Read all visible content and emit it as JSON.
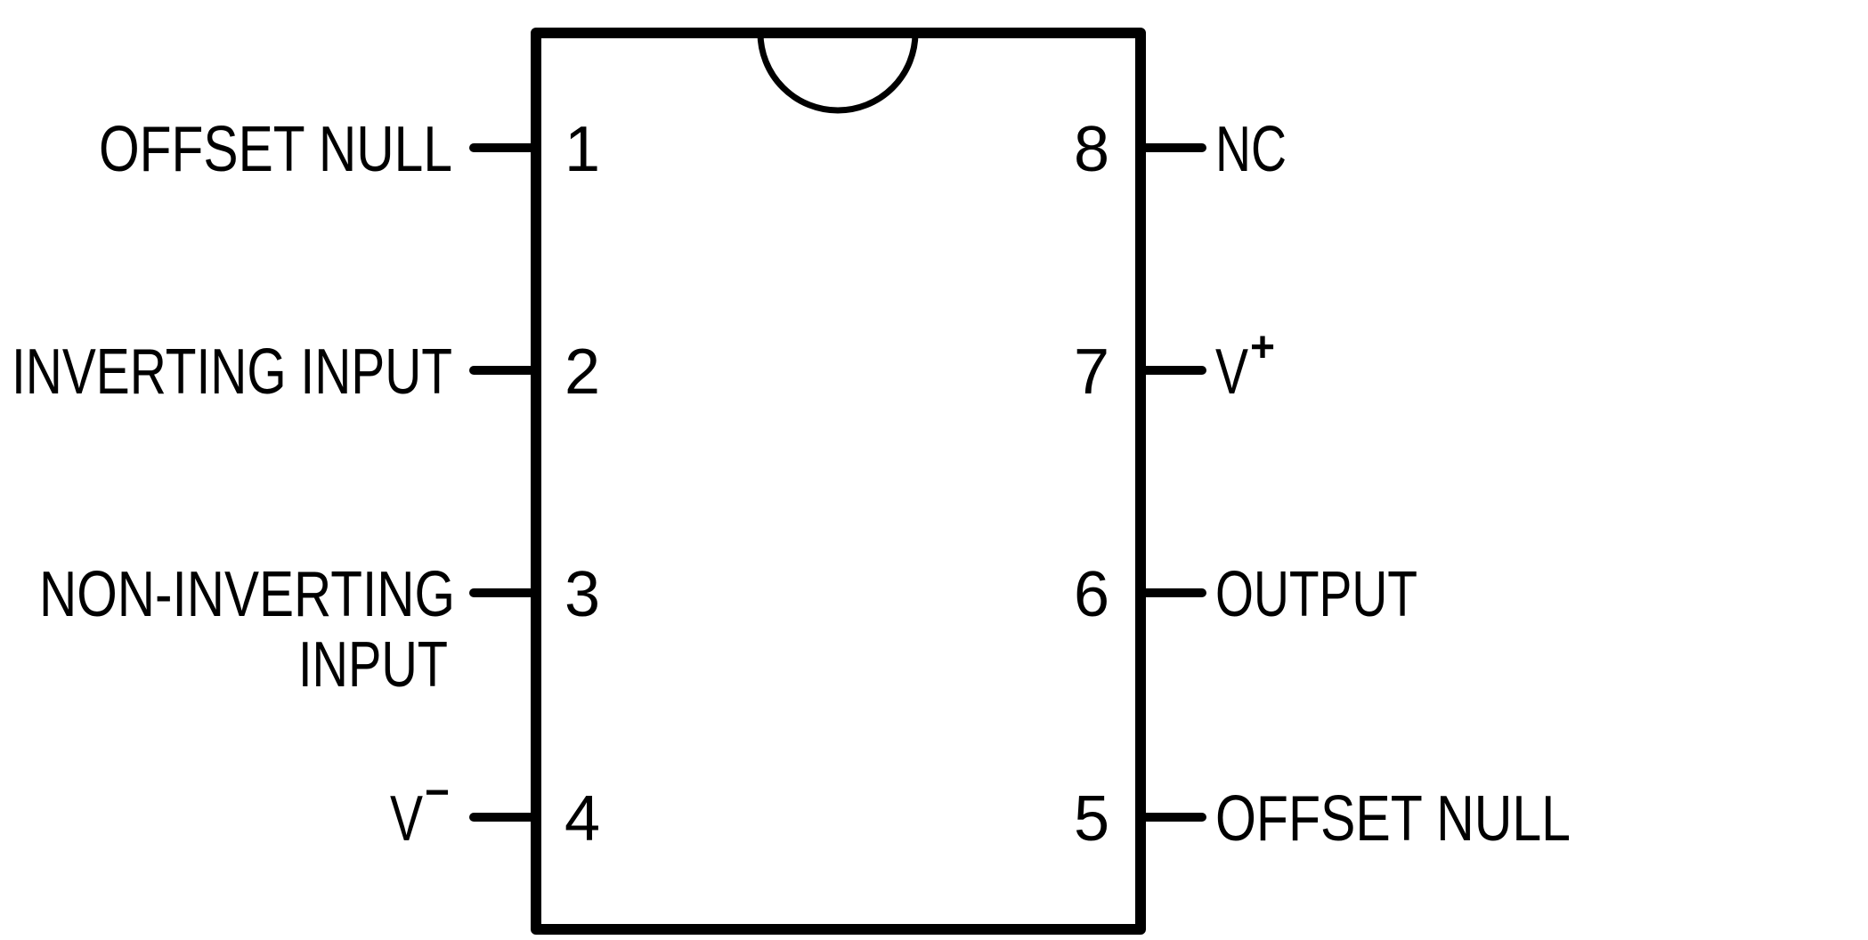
{
  "diagram": {
    "type": "8-pin DIP package pinout",
    "colors": {
      "line": "#000000",
      "background": "#ffffff"
    },
    "left_pins": [
      {
        "number": "1",
        "label": "OFFSET NULL"
      },
      {
        "number": "2",
        "label": "INVERTING INPUT"
      },
      {
        "number": "3",
        "label": "NON-INVERTING",
        "label_line2": "INPUT"
      },
      {
        "number": "4",
        "label": "V",
        "superscript": "−"
      }
    ],
    "right_pins": [
      {
        "number": "8",
        "label": "NC"
      },
      {
        "number": "7",
        "label": "V",
        "superscript": "+"
      },
      {
        "number": "6",
        "label": "OUTPUT"
      },
      {
        "number": "5",
        "label": "OFFSET NULL"
      }
    ]
  }
}
